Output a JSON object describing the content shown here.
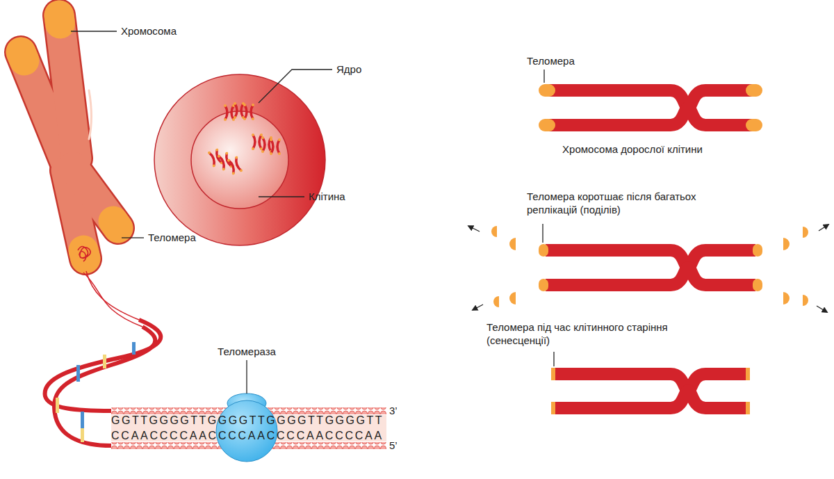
{
  "diagram": {
    "labels": [
      "Хромосома",
      "Ядро",
      "Клітина",
      "Теломера",
      "Теломераза",
      "3’",
      "GGTTGGGGTTGGGGTTGGGGTTGGGGTT",
      "CCAACCCCAACCCCAACCCCAACCCCAA",
      "5’",
      "Теломера",
      "Хромосома дорослої клітини",
      "Теломера коротшає після багатьох реплікацій (поділів)",
      "Теломера під час клітинного старіння (сенесценції)"
    ]
  }
}
